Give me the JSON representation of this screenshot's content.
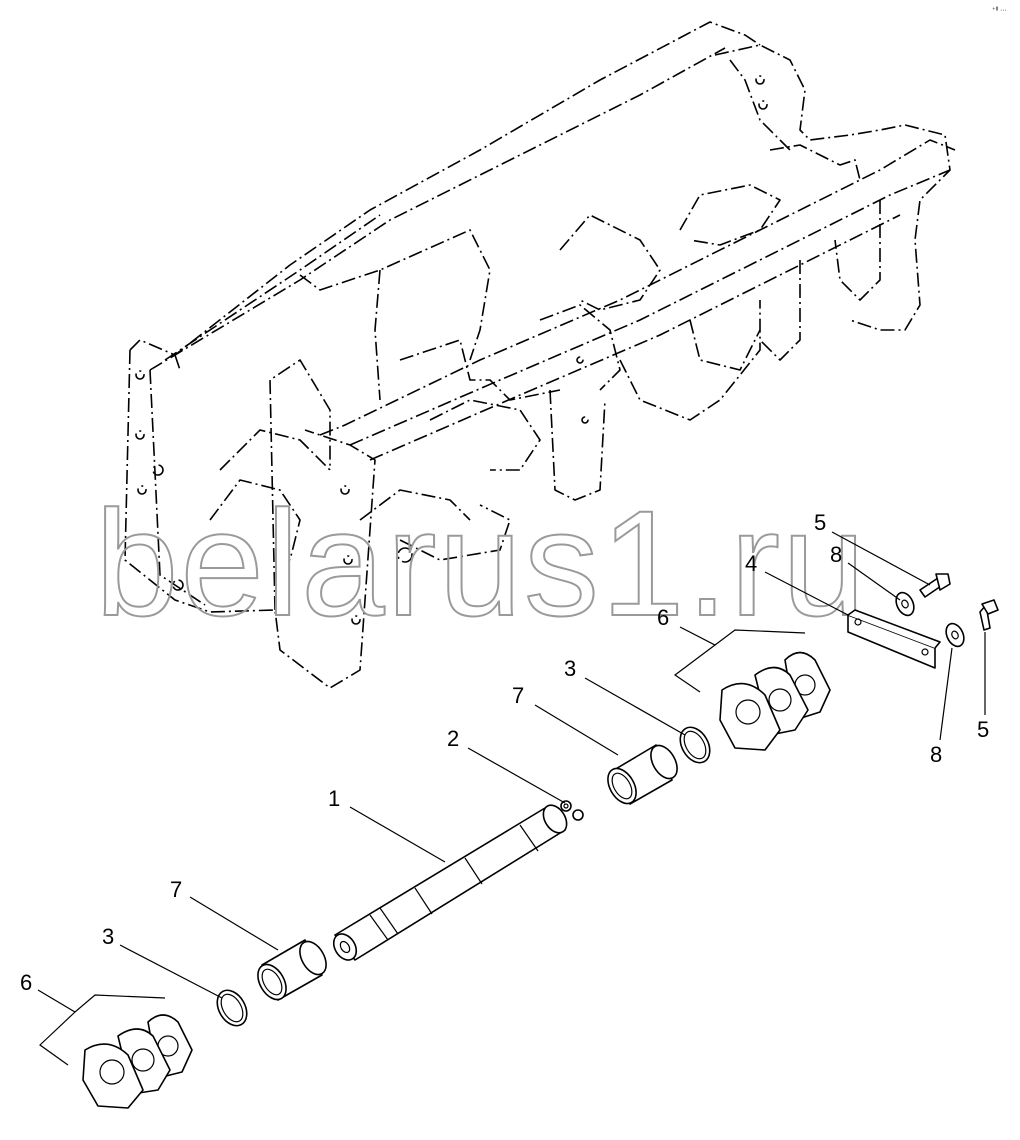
{
  "watermark": "belarus1.ru",
  "corner_mark": "⁺ᴵᴵ ···",
  "callouts": {
    "c1": "1",
    "c2": "2",
    "c3a": "3",
    "c3b": "3",
    "c4": "4",
    "c5a": "5",
    "c5b": "5",
    "c6a": "6",
    "c6b": "6",
    "c7a": "7",
    "c7b": "7",
    "c8a": "8",
    "c8b": "8"
  }
}
